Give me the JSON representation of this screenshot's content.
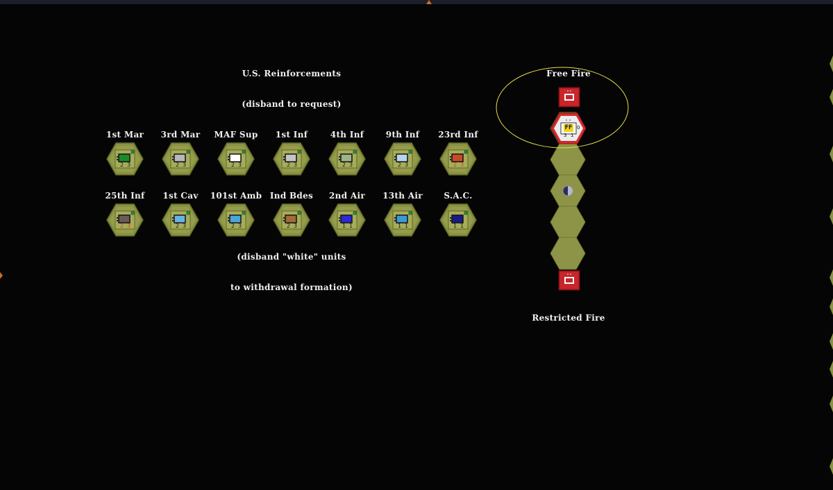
{
  "colors": {
    "background": "#050505",
    "hex_fill": "#8a9141",
    "hex_edge": "#5e6528",
    "track_fill": "#8e9447",
    "free_fire_red": "#c0262c",
    "circle_yellow": "#e8e04a"
  },
  "left_panel": {
    "title": "U.S. Reinforcements",
    "subtitle": "(disband to request)",
    "note_line1": "(disband \"white\" units",
    "note_line2": "to withdrawal formation)",
    "units": [
      {
        "label": "1st Mar",
        "box_color": "#1d8a2a",
        "strength": [
          "2",
          "3"
        ],
        "row": 0,
        "col": 0
      },
      {
        "label": "3rd Mar",
        "box_color": "#b8b8b8",
        "strength": [
          "2",
          "3"
        ],
        "row": 0,
        "col": 1
      },
      {
        "label": "MAF Sup",
        "box_color": "#ffffff",
        "strength": [
          "2",
          "3"
        ],
        "row": 0,
        "col": 2
      },
      {
        "label": "1st Inf",
        "box_color": "#c4c4c4",
        "strength": [
          "2",
          "3"
        ],
        "row": 0,
        "col": 3
      },
      {
        "label": "4th Inf",
        "box_color": "#9fb38a",
        "strength": [
          "2",
          "3"
        ],
        "row": 0,
        "col": 4
      },
      {
        "label": "9th Inf",
        "box_color": "#b9d3ee",
        "strength": [
          "2",
          "3"
        ],
        "row": 0,
        "col": 5
      },
      {
        "label": "23rd Inf",
        "box_color": "#c64a2a",
        "strength": [
          "2",
          "3"
        ],
        "row": 0,
        "col": 6
      },
      {
        "label": "25th Inf",
        "box_color": "#6a5a5a",
        "strength": [
          "2",
          "3"
        ],
        "row": 1,
        "col": 0
      },
      {
        "label": "1st Cav",
        "box_color": "#6ab2e6",
        "strength": [
          "2",
          "3"
        ],
        "row": 1,
        "col": 1
      },
      {
        "label": "101st Amb",
        "box_color": "#4aa6d8",
        "strength": [
          "2",
          "3"
        ],
        "row": 1,
        "col": 2
      },
      {
        "label": "Ind Bdes",
        "box_color": "#a46a3a",
        "strength": [
          "2",
          "3"
        ],
        "row": 1,
        "col": 3
      },
      {
        "label": "2nd Air",
        "box_color": "#2a2ad8",
        "strength": [
          "1",
          "1"
        ],
        "row": 1,
        "col": 4
      },
      {
        "label": "13th Air",
        "box_color": "#3a9ad8",
        "strength": [
          "1",
          "1"
        ],
        "row": 1,
        "col": 5
      },
      {
        "label": "S.A.C.",
        "box_color": "#1a1a8a",
        "strength": [
          "1",
          "1"
        ],
        "row": 1,
        "col": 6
      }
    ]
  },
  "fire_track": {
    "top_label": "Free Fire",
    "bottom_label": "Restricted Fire",
    "marker_text": "FF",
    "marker_strength": [
      "3",
      "1"
    ],
    "marker_side": "0",
    "slots": 5,
    "marker_slot": 0,
    "moon_slot": 2
  }
}
